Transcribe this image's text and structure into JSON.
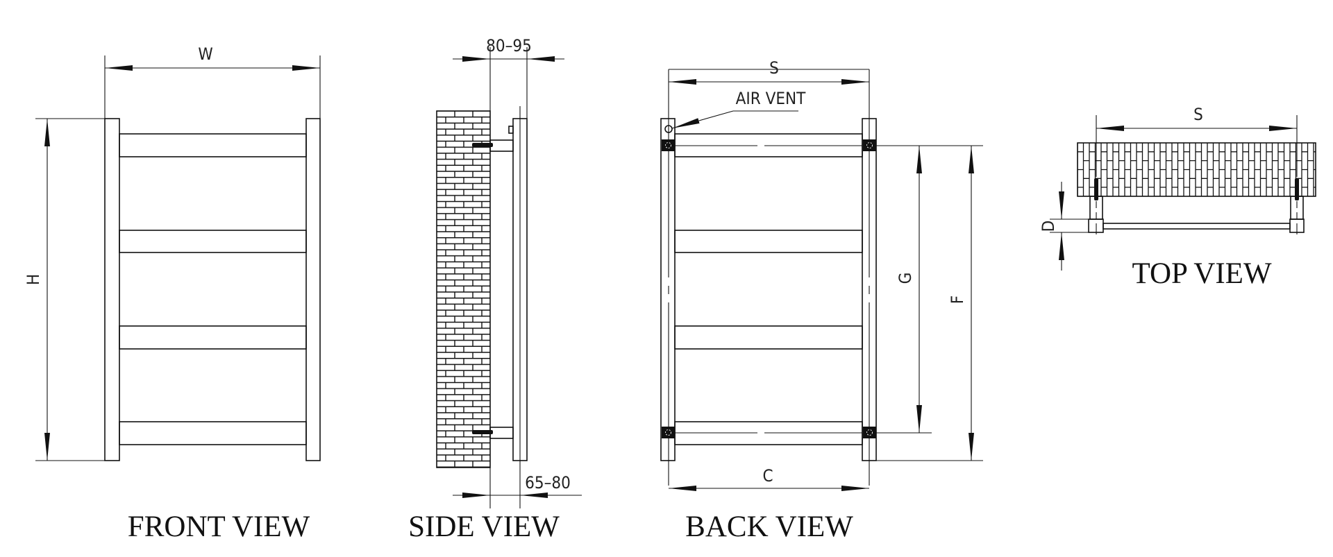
{
  "drawing": {
    "subject": "towel radiator installation drawing",
    "line_color": "#111111",
    "background": "#ffffff"
  },
  "views": {
    "front": {
      "title": "FRONT VIEW",
      "dimensions": {
        "width_label": "W",
        "height_label": "H"
      },
      "bar_pairs": 4
    },
    "side": {
      "title": "SIDE VIEW",
      "dimensions": {
        "top_label": "80–95",
        "bottom_label": "65–80"
      }
    },
    "back": {
      "title": "BACK VIEW",
      "annotation": "AIR VENT",
      "dimensions": {
        "top_label": "S",
        "bottom_label": "C",
        "inner_height_label": "G",
        "outer_height_label": "F"
      }
    },
    "top": {
      "title": "TOP VIEW",
      "dimensions": {
        "span_label": "S",
        "depth_label": "D"
      }
    }
  }
}
